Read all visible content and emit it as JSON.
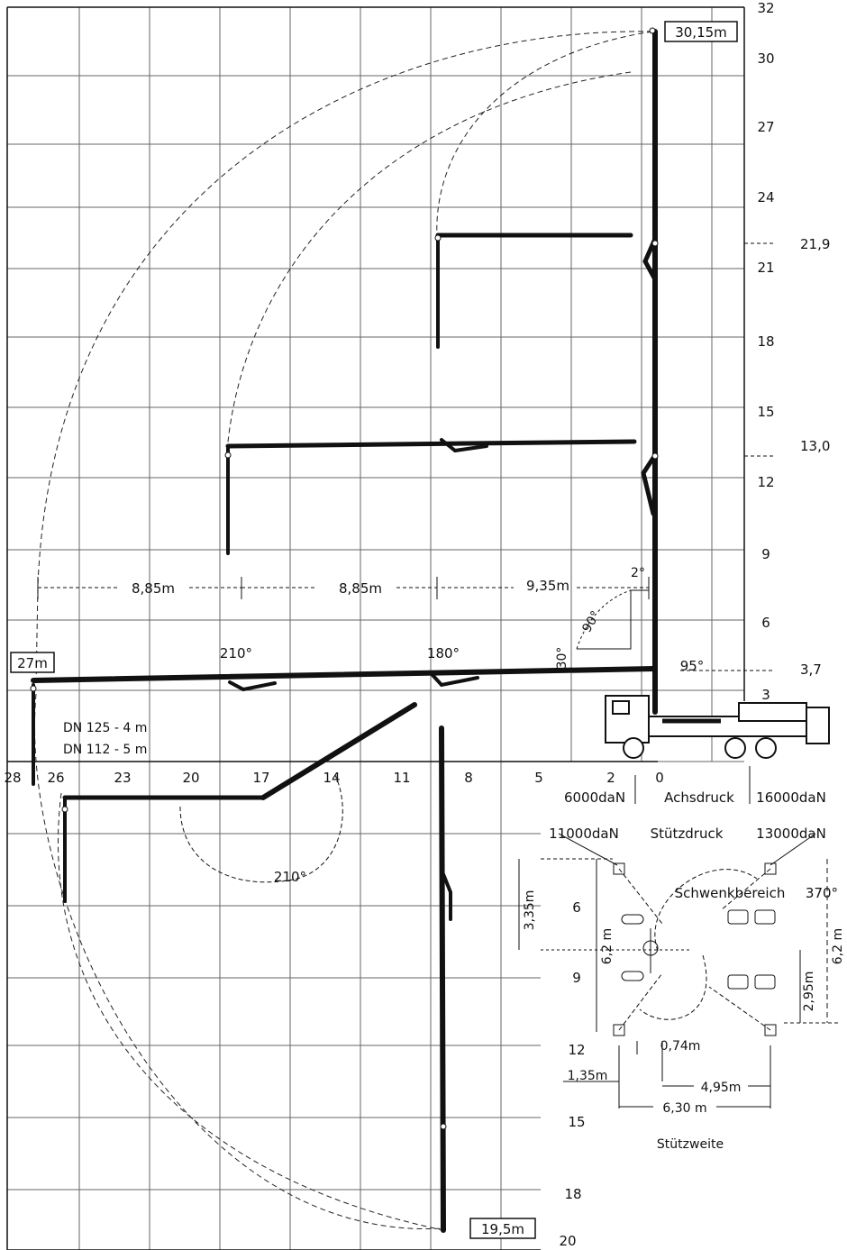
{
  "diagram": {
    "right_axis_ticks": [
      "32",
      "30",
      "27",
      "24",
      "21",
      "18",
      "15",
      "12",
      "9",
      "6",
      "3"
    ],
    "bottom_axis_ticks": [
      "28",
      "26",
      "23",
      "20",
      "17",
      "14",
      "11",
      "8",
      "5",
      "2",
      "0"
    ],
    "lower_axis_ticks": [
      "6",
      "9",
      "12",
      "15",
      "18",
      "20"
    ],
    "markers": {
      "h_21_9": "21,9",
      "h_13_0": "13,0",
      "h_3_7": "3,7"
    },
    "boxes": {
      "max_height": "30,15m",
      "max_reach": "27m",
      "max_depth": "19,5m"
    },
    "dimensions": {
      "d1": "8,85m",
      "d2": "8,85m",
      "d3": "9,35m"
    },
    "angles": {
      "a210_top": "210°",
      "a180": "180°",
      "a2": "2°",
      "a90": "90°",
      "a30": "30°",
      "a95": "95°",
      "a210_low": "210°",
      "a370": "370°"
    },
    "pipes": {
      "dn125": "DN 125 - 4 m",
      "dn112": "DN 112 - 5 m"
    },
    "loads": {
      "axle_left": "6000daN",
      "axle_label": "Achsdruck",
      "axle_right": "16000daN",
      "outrigger_left": "11000daN",
      "outrigger_label": "Stützdruck",
      "outrigger_right": "13000daN"
    },
    "footprint": {
      "slew_range": "Schwenkbereich",
      "dim_3_35": "3,35m",
      "dim_6_2_left": "6,2 m",
      "dim_6_2_right": "6,2 m",
      "dim_2_95": "2,95m",
      "dim_0_74": "0,74m",
      "dim_1_35": "1,35m",
      "dim_4_95": "4,95m",
      "dim_6_30": "6,30 m",
      "span_label": "Stützweite"
    }
  }
}
